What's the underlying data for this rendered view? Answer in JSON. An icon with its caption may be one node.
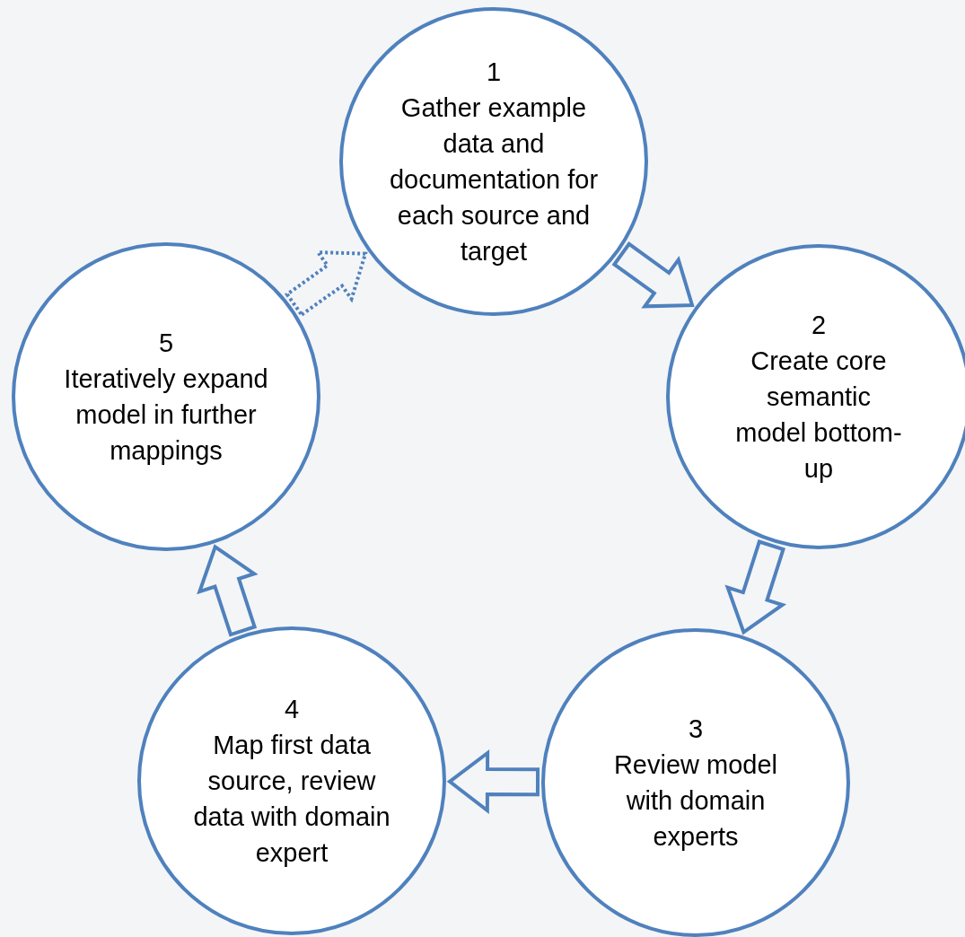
{
  "diagram": {
    "nodes": [
      {
        "text": [
          "1",
          "Gather example data and documentation for each source and target"
        ]
      },
      {
        "text": [
          "2",
          "Create core semantic model bottom-up"
        ]
      },
      {
        "text": [
          "3",
          "Review model with domain experts"
        ]
      },
      {
        "text": [
          "4",
          "Map first data source, review data with domain expert"
        ]
      },
      {
        "text": [
          "5",
          "Iteratively expand model in further mappings"
        ]
      }
    ],
    "edges": [
      {
        "from": 0,
        "to": 1,
        "arrow": "to"
      },
      {
        "from": 1,
        "to": 2,
        "arrow": "to"
      },
      {
        "from": 2,
        "to": 3,
        "arrow": "to"
      },
      {
        "from": 3,
        "to": 4,
        "arrow": "to"
      },
      {
        "from": 4,
        "to": 0,
        "arrow": "to",
        "style": "dashed"
      }
    ]
  }
}
